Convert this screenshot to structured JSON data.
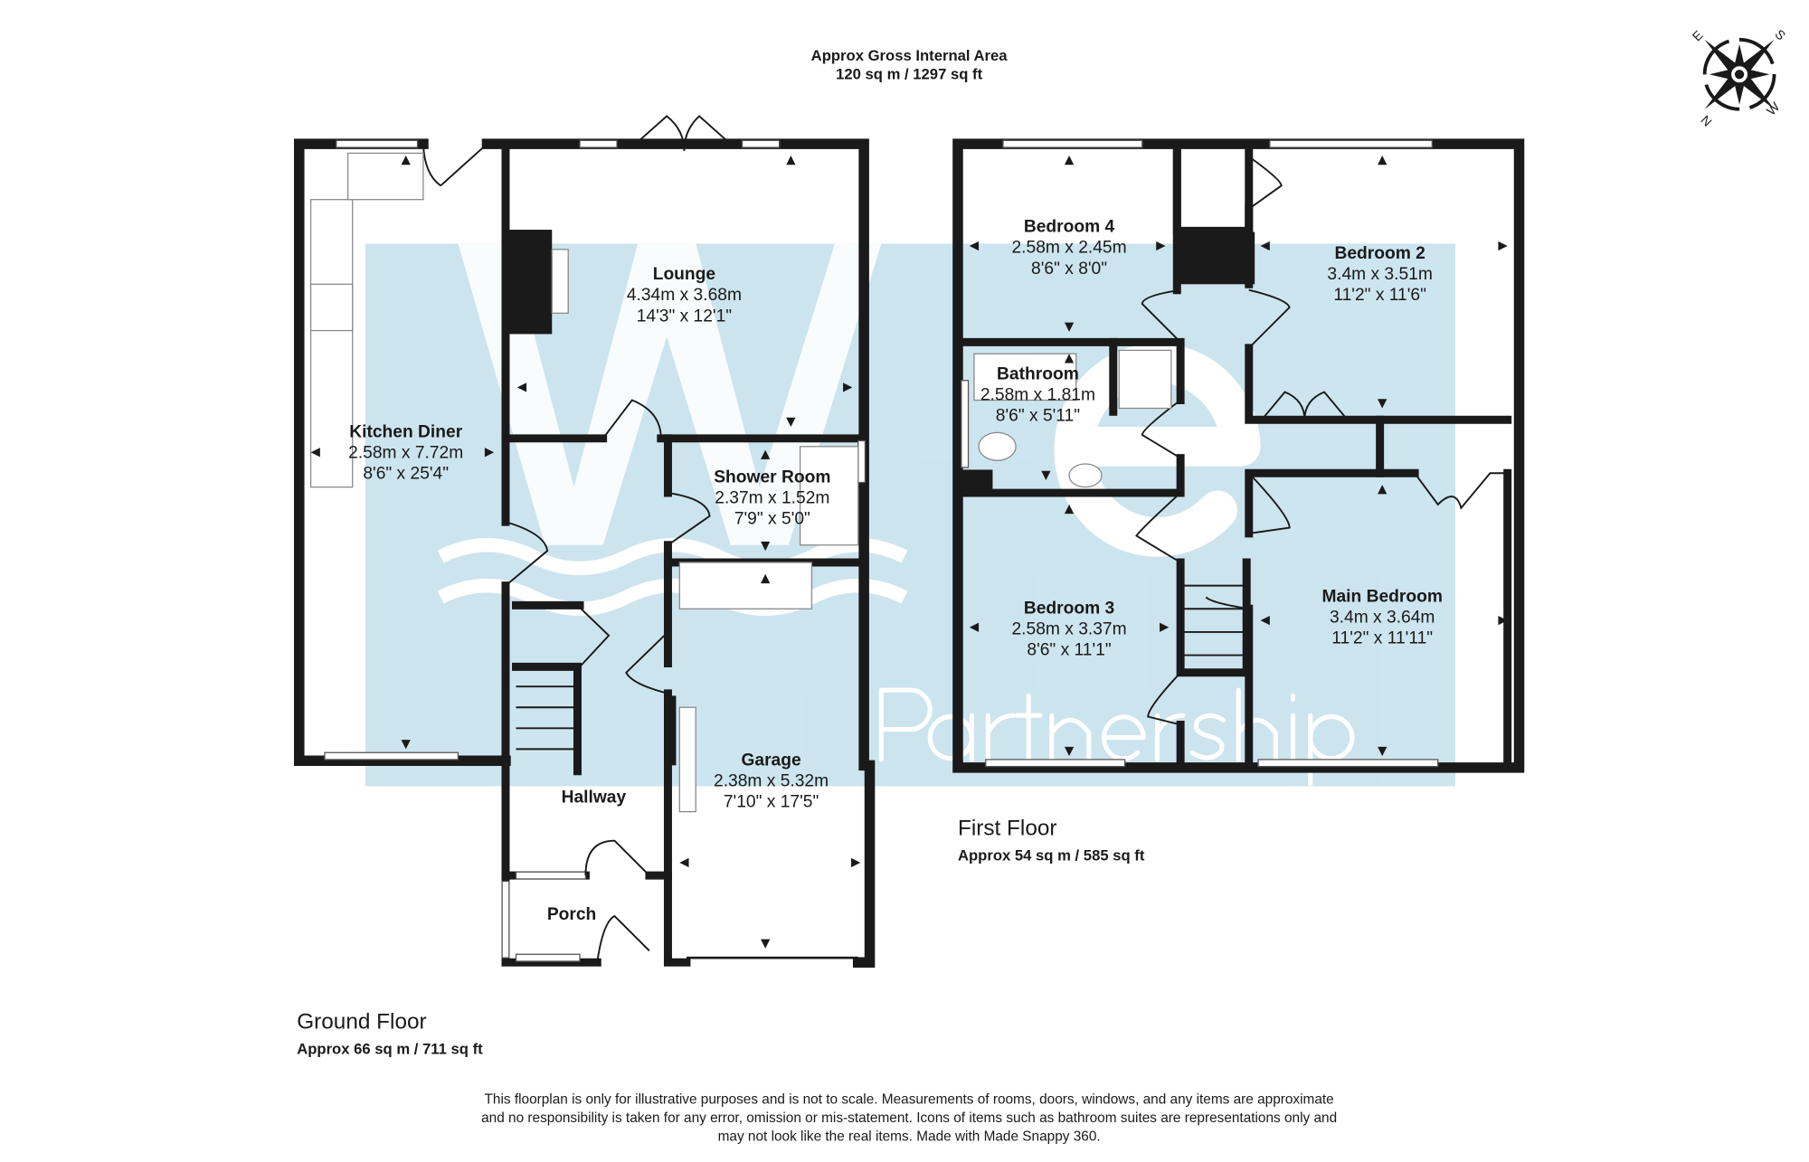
{
  "header": {
    "title": "Approx Gross Internal Area",
    "area": "120 sq m / 1297 sq ft"
  },
  "compass": {
    "letters": [
      "N",
      "E",
      "S",
      "W"
    ],
    "icon": "compass-rose-icon"
  },
  "watermark": {
    "logo_text": "We Partnership",
    "color": "#c4e0ec"
  },
  "ground_floor": {
    "title": "Ground Floor",
    "area": "Approx 66 sq m / 711 sq ft",
    "rooms": [
      {
        "name": "Kitchen Diner",
        "metric": "2.58m x 7.72m",
        "imperial": "8'6\" x 25'4\""
      },
      {
        "name": "Lounge",
        "metric": "4.34m x 3.68m",
        "imperial": "14'3\" x 12'1\""
      },
      {
        "name": "Shower Room",
        "metric": "2.37m x 1.52m",
        "imperial": "7'9\" x 5'0\""
      },
      {
        "name": "Garage",
        "metric": "2.38m x 5.32m",
        "imperial": "7'10\" x 17'5\""
      },
      {
        "name": "Hallway"
      },
      {
        "name": "Porch"
      }
    ]
  },
  "first_floor": {
    "title": "First Floor",
    "area": "Approx 54 sq m / 585 sq ft",
    "rooms": [
      {
        "name": "Bedroom 4",
        "metric": "2.58m x 2.45m",
        "imperial": "8'6\" x 8'0\""
      },
      {
        "name": "Bedroom 2",
        "metric": "3.4m x 3.51m",
        "imperial": "11'2\" x 11'6\""
      },
      {
        "name": "Bathroom",
        "metric": "2.58m x 1.81m",
        "imperial": "8'6\" x 5'11\""
      },
      {
        "name": "Bedroom 3",
        "metric": "2.58m x 3.37m",
        "imperial": "8'6\" x 11'1\""
      },
      {
        "name": "Main Bedroom",
        "metric": "3.4m x 3.64m",
        "imperial": "11'2\" x 11'11\""
      }
    ]
  },
  "disclaimer": [
    "This floorplan is only for illustrative purposes and is not to scale. Measurements of rooms, doors, windows, and any items are approximate",
    "and no responsibility is taken for any error, omission or mis-statement. Icons of items such as bathroom suites are representations only and",
    "may not look like the real items. Made with Made Snappy 360."
  ]
}
